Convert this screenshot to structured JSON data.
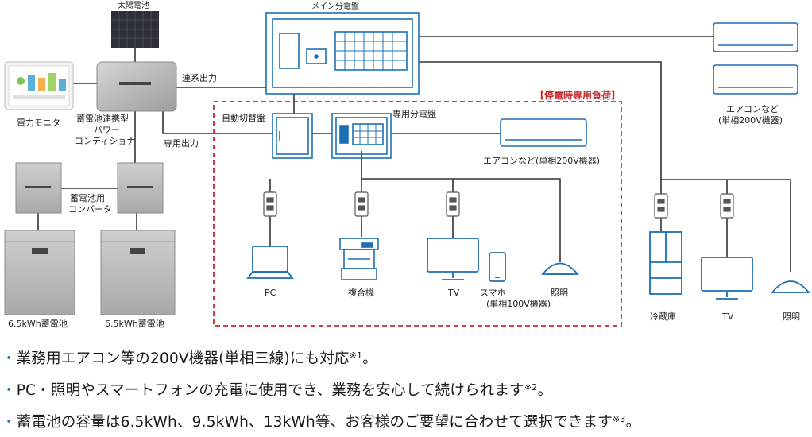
{
  "labels": {
    "solar": "太陽電池",
    "main_panel": "メイン分電盤",
    "monitor": "電力モニタ",
    "power_conditioner": [
      "蓄電池連携型",
      "パワー",
      "コンディショナ"
    ],
    "grid_output": "連系出力",
    "dedicated_output": "専用出力",
    "outage_load": "【停電時専用負荷】",
    "auto_switch": "自動切替盤",
    "dedicated_panel": "専用分電盤",
    "ac_inner": "エアコンなど(単相200V機器)",
    "ac_right": [
      "エアコンなど",
      "(単相200V機器)"
    ],
    "converter": [
      "蓄電池用",
      "コンバータ"
    ],
    "battery_left": "6.5kWh蓄電池",
    "battery_right": "6.5kWh蓄電池",
    "pc": "PC",
    "mfp": "複合機",
    "tv_inner": "TV",
    "smartphone": [
      "スマホ",
      "(単相100V機器)"
    ],
    "light_inner": "照明",
    "fridge": "冷蔵庫",
    "tv_outer": "TV",
    "light_outer": "照明"
  },
  "bullets": [
    {
      "dot": "・",
      "text": "業務用エアコン等の200V機器(単相三線)にも対応",
      "note": "※1",
      "end": "。"
    },
    {
      "dot": "・",
      "text": "PC・照明やスマートフォンの充電に使用でき、業務を安心して続けられます",
      "note": "※2",
      "end": "。"
    },
    {
      "dot": "・",
      "text": "蓄電池の容量は6.5kWh、9.5kWh、13kWh等、お客様のご要望に合わせて選択できます",
      "note": "※3",
      "end": "。"
    }
  ],
  "colors": {
    "accent_blue": "#1d6fb5",
    "outage_red": "#c8282d",
    "device_gray": "#b8b8b8",
    "line": "#333333"
  }
}
